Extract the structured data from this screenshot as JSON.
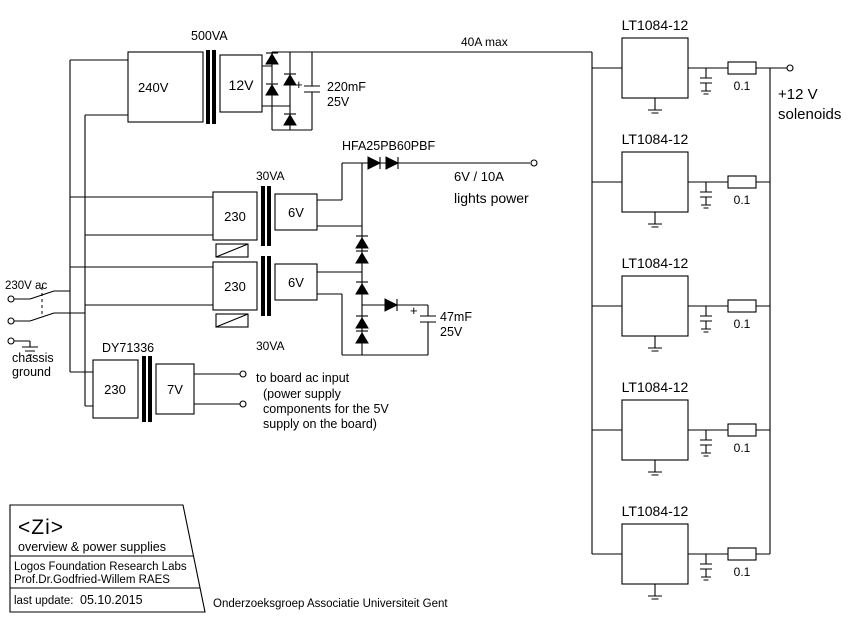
{
  "page": {
    "background": "#ffffff",
    "line_color": "#000000"
  },
  "mains": {
    "label": "230V ac",
    "chassis_line1": "chassis",
    "chassis_line2": "ground"
  },
  "t500": {
    "va": "500VA",
    "primary": "240V",
    "secondary": "12V",
    "cap_plus": "+",
    "cap_value": "220mF",
    "cap_voltage": "25V",
    "max_current": "40A max"
  },
  "lights": {
    "diode_part": "HFA25PB60PBF",
    "rating": "6V  / 10A",
    "label": "lights power",
    "cap_plus": "+",
    "cap_value": "47mF",
    "cap_voltage": "25V",
    "transformer_top": {
      "va": "30VA",
      "primary": "230",
      "secondary": "6V"
    },
    "transformer_bottom": {
      "va": "30VA",
      "primary": "230",
      "secondary": "6V"
    }
  },
  "board_supply": {
    "part": "DY71336",
    "primary": "230",
    "secondary": "7V",
    "note_line1": "to board ac input",
    "note_line2": "(power supply",
    "note_line3": "components for the 5V",
    "note_line4": "supply on the board)"
  },
  "regulators": {
    "items": [
      {
        "label": "LT1084-12",
        "resistor": "0.1"
      },
      {
        "label": "LT1084-12",
        "resistor": "0.1"
      },
      {
        "label": "LT1084-12",
        "resistor": "0.1"
      },
      {
        "label": "LT1084-12",
        "resistor": "0.1"
      },
      {
        "label": "LT1084-12",
        "resistor": "0.1"
      }
    ],
    "output_line1": "+12 V",
    "output_line2": "solenoids"
  },
  "titleblock": {
    "logo": "<Zi>",
    "subtitle": "overview & power supplies",
    "org": "Logos Foundation Research Labs",
    "author": "Prof.Dr.Godfried-Willem RAES",
    "update_label": "last update:",
    "update_date": "05.10.2015"
  },
  "footer": {
    "text": "Onderzoeksgroep Associatie Universiteit Gent",
    "color": "#e8649b"
  }
}
